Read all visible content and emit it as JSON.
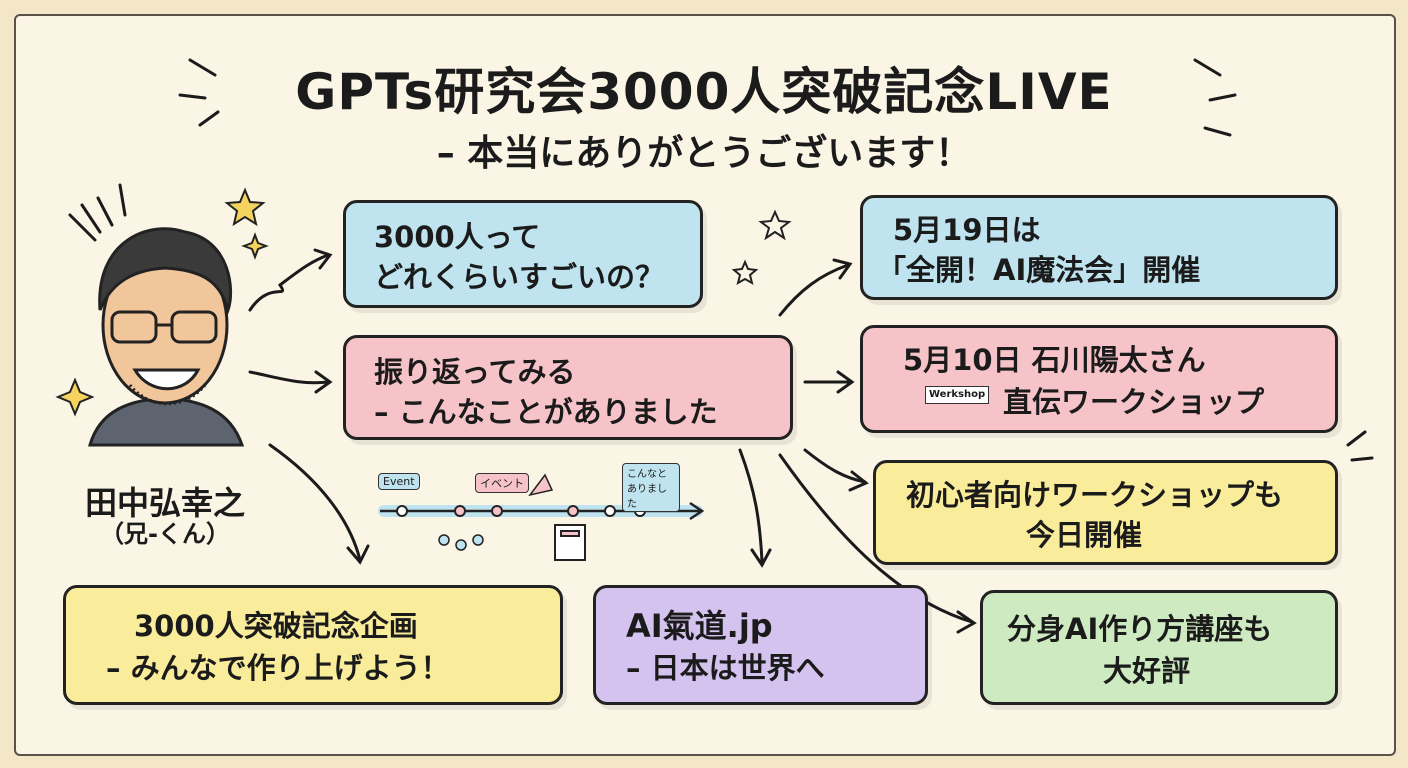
{
  "title": {
    "line1": "GPTs研究会3000人突破記念LIVE",
    "line2": "– 本当にありがとうございます！"
  },
  "person": {
    "name": "田中弘幸之",
    "nickname": "（兄-くん）"
  },
  "boxes": {
    "how_big": {
      "line1": "3000人って",
      "line2": "どれくらいすごいの？",
      "color": "#bfe3ef",
      "icon": "people-icon"
    },
    "look_back": {
      "line1": "振り返ってみる",
      "line2": "– こんなことがありました",
      "color": "#f6c4c8",
      "icon": "checklist-calendar-icon"
    },
    "project": {
      "line1": "3000人突破記念企画",
      "line2": "– みんなで作り上げよう！",
      "color": "#f9ec9b",
      "icon": "lightbulb-icon"
    },
    "ai_kido": {
      "line1": "AI氣道.jp",
      "line2": "– 日本は世界へ",
      "color": "#d5c3ef",
      "icon": "globe-icon"
    },
    "may19": {
      "line1": "5月19日は",
      "line2": "「全開！AI魔法会」開催",
      "color": "#bfe3ef",
      "icon": "magic-wand-icon"
    },
    "may10": {
      "line1": "5月10日 石川陽太さん",
      "line2": "直伝ワークショップ",
      "badge": "Werkshop",
      "color": "#f6c4c8"
    },
    "beginner": {
      "line1": "初心者向けワークショップも",
      "line2": "今日開催",
      "color": "#f9ec9b",
      "icon": "beginner-mark-icon"
    },
    "avatar_ai": {
      "line1": "分身AI作り方講座も",
      "line2": "大好評",
      "color": "#cdeac0",
      "icon": "user-avatar-icon"
    }
  },
  "timeline": {
    "labels": [
      "Event",
      "イベント",
      "こんなと ありました"
    ]
  }
}
